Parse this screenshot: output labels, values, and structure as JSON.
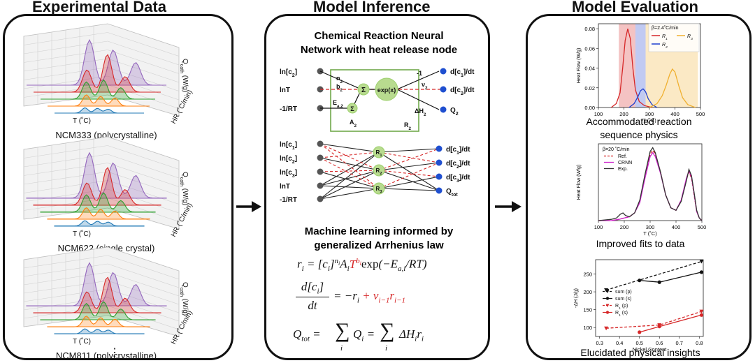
{
  "sections": {
    "experimental": "Experimental Data",
    "inference": "Model Inference",
    "evaluation": "Model Evaluation"
  },
  "exp_panel": {
    "surfaces": [
      {
        "caption": "NCM333 (polycrystalline)"
      },
      {
        "caption": "NCM622 (single crystal)"
      },
      {
        "caption": "NCM811 (polycrystalline)"
      }
    ],
    "z_label": "Q",
    "z_label_sub": "cath",
    "z_label_unit": " (W/g)",
    "hr_label": "HR (˚C/min)",
    "t_label": "T (˚C)",
    "ellipsis": "⋮",
    "ridge_colors": [
      "#9467bd",
      "#d62728",
      "#2ca02c",
      "#ff7f0e",
      "#1f77b4"
    ]
  },
  "inference_panel": {
    "title_line1": "Chemical Reaction Neural",
    "title_line2": "Network with heat release node",
    "ml_title_line1": "Machine learning informed by",
    "ml_title_line2": "generalized Arrhenius law",
    "net1": {
      "inputs": [
        "ln[c",
        "lnT",
        "-1/RT"
      ],
      "input_subs": [
        "2",
        "",
        ""
      ],
      "outputs": [
        "d[c",
        "d[c",
        "Q"
      ],
      "output_subs": [
        "1",
        "2",
        "2"
      ],
      "output_tail": [
        "]/dt",
        "]/dt",
        ""
      ],
      "labels": {
        "n": "n",
        "n_sub": "2",
        "b": "b",
        "b_sub": "2",
        "E": "E",
        "E_sub": "a,2",
        "A": "A",
        "A_sub": "2",
        "R": "R",
        "R_sub": "2",
        "neg1": "-1",
        "nu": "ν",
        "nu_sub": "2",
        "dH": "ΔH",
        "dH_sub": "2",
        "sigma": "Σ",
        "exp": "exp(x)"
      }
    },
    "net2": {
      "inputs": [
        "ln[c",
        "ln[c",
        "ln[c",
        "lnT",
        "-1/RT"
      ],
      "input_subs": [
        "1",
        "2",
        "3",
        "",
        ""
      ],
      "nodes": [
        "R",
        "R",
        "R"
      ],
      "node_subs": [
        "1",
        "2",
        "3"
      ],
      "outputs": [
        "d[c",
        "d[c",
        "d[c",
        "Q"
      ],
      "output_subs": [
        "1",
        "2",
        "3",
        "tot"
      ],
      "output_tail": [
        "]/dt",
        "]/dt",
        "]/dt",
        ""
      ]
    }
  },
  "eval_panel": {
    "captions": [
      "Accommodated reaction",
      "sequence physics",
      "Improved fits to data",
      "Elucidated physical insights"
    ],
    "colors": {
      "red": "#d62728",
      "blue": "#1f3fcf",
      "orange": "#f0b030",
      "magenta": "#cc22cc",
      "dark": "#333333"
    }
  },
  "chart_data": [
    {
      "type": "line",
      "title": "",
      "xlabel": "T (˚C)",
      "ylabel": "Heat Flow (W/g)",
      "xlim": [
        100,
        500
      ],
      "ylim": [
        0,
        0.085
      ],
      "xticks": [
        100,
        200,
        300,
        400,
        500
      ],
      "yticks": [
        0.0,
        0.02,
        0.04,
        0.06,
        0.08
      ],
      "ytick_labels": [
        "0.00",
        "0.02",
        "0.04",
        "0.06",
        "0.08"
      ],
      "legend_title": "β=2.4˚C/min",
      "legend_position": "top-right",
      "bands": [
        {
          "x": [
            180,
            245
          ],
          "color": "#d62728"
        },
        {
          "x": [
            245,
            285
          ],
          "color": "#1f3fcf"
        },
        {
          "x": [
            285,
            490
          ],
          "color": "#f0b030"
        }
      ],
      "series": [
        {
          "name": "R",
          "name_sub": "1",
          "color": "#d62728",
          "x": [
            150,
            170,
            185,
            195,
            205,
            215,
            225,
            235,
            245,
            260,
            280,
            310
          ],
          "y": [
            0,
            0.004,
            0.015,
            0.04,
            0.068,
            0.08,
            0.07,
            0.04,
            0.018,
            0.006,
            0.002,
            0
          ]
        },
        {
          "name": "R",
          "name_sub": "2",
          "color": "#1f3fcf",
          "x": [
            220,
            240,
            255,
            265,
            275,
            285,
            295,
            310,
            330
          ],
          "y": [
            0,
            0.004,
            0.011,
            0.017,
            0.019,
            0.016,
            0.009,
            0.003,
            0
          ]
        },
        {
          "name": "R",
          "name_sub": "3",
          "color": "#f0b030",
          "x": [
            300,
            330,
            350,
            365,
            380,
            390,
            400,
            415,
            430,
            450,
            480
          ],
          "y": [
            0,
            0.004,
            0.012,
            0.022,
            0.034,
            0.039,
            0.036,
            0.022,
            0.01,
            0.003,
            0
          ]
        }
      ]
    },
    {
      "type": "line",
      "xlabel": "T (˚C)",
      "ylabel": "Heat Flow (W/g)",
      "xlim": [
        100,
        500
      ],
      "ylim": [
        0,
        0.6
      ],
      "xticks": [
        100,
        200,
        300,
        400,
        500
      ],
      "legend_title": "β=20 ˚C/min",
      "legend_position": "top-left",
      "series": [
        {
          "name": "Ref.",
          "color": "#d62728",
          "style": "dashed",
          "x": [
            100,
            150,
            180,
            200,
            220,
            240,
            260,
            280,
            300,
            310,
            320,
            340,
            360,
            380,
            400,
            420,
            440,
            450,
            460,
            470,
            480,
            490,
            500
          ],
          "y": [
            0,
            0,
            0.01,
            0.02,
            0.03,
            0.06,
            0.15,
            0.35,
            0.52,
            0.55,
            0.52,
            0.38,
            0.2,
            0.1,
            0.08,
            0.16,
            0.32,
            0.38,
            0.33,
            0.2,
            0.07,
            0.02,
            0
          ]
        },
        {
          "name": "CRNN",
          "color": "#cc22cc",
          "style": "solid",
          "x": [
            100,
            150,
            180,
            200,
            220,
            240,
            260,
            280,
            300,
            310,
            320,
            340,
            360,
            380,
            400,
            420,
            440,
            450,
            460,
            470,
            480,
            490,
            500
          ],
          "y": [
            0,
            0,
            0.01,
            0.02,
            0.03,
            0.06,
            0.14,
            0.33,
            0.5,
            0.53,
            0.5,
            0.37,
            0.2,
            0.1,
            0.08,
            0.16,
            0.33,
            0.39,
            0.34,
            0.21,
            0.07,
            0.02,
            0
          ]
        },
        {
          "name": "Exp.",
          "color": "#333333",
          "style": "solid",
          "x": [
            100,
            150,
            170,
            185,
            195,
            205,
            220,
            240,
            260,
            280,
            300,
            310,
            320,
            340,
            360,
            380,
            400,
            420,
            440,
            450,
            460,
            470,
            480,
            490,
            500
          ],
          "y": [
            0,
            0.01,
            0.02,
            0.05,
            0.06,
            0.04,
            0.03,
            0.06,
            0.16,
            0.36,
            0.54,
            0.57,
            0.53,
            0.38,
            0.2,
            0.1,
            0.08,
            0.15,
            0.31,
            0.4,
            0.35,
            0.22,
            0.08,
            0.02,
            0
          ]
        }
      ]
    },
    {
      "type": "line",
      "xlabel": "Nickel Content",
      "ylabel": "-ΔH (J/g)",
      "xlim": [
        0.28,
        0.82
      ],
      "ylim": [
        75,
        290
      ],
      "xticks": [
        0.3,
        0.4,
        0.5,
        0.6,
        0.7,
        0.8
      ],
      "yticks": [
        100,
        150,
        200,
        250
      ],
      "legend_position": "center-left",
      "series": [
        {
          "name": "sum (p)",
          "color": "#111111",
          "style": "dashed",
          "marker": "triangle",
          "x": [
            0.333,
            0.811
          ],
          "y": [
            205,
            285
          ]
        },
        {
          "name": "sum (s)",
          "color": "#111111",
          "style": "solid",
          "marker": "circle",
          "x": [
            0.5,
            0.6,
            0.811
          ],
          "y": [
            232,
            227,
            255
          ]
        },
        {
          "name": "R",
          "name_sub": "1",
          "name_tail": " (p)",
          "color": "#d62728",
          "style": "dashed",
          "marker": "triangle",
          "x": [
            0.333,
            0.6,
            0.811
          ],
          "y": [
            98,
            107,
            145
          ]
        },
        {
          "name": "R",
          "name_sub": "1",
          "name_tail": " (s)",
          "color": "#d62728",
          "style": "solid",
          "marker": "circle",
          "x": [
            0.5,
            0.6,
            0.811
          ],
          "y": [
            87,
            103,
            135
          ]
        }
      ]
    }
  ]
}
